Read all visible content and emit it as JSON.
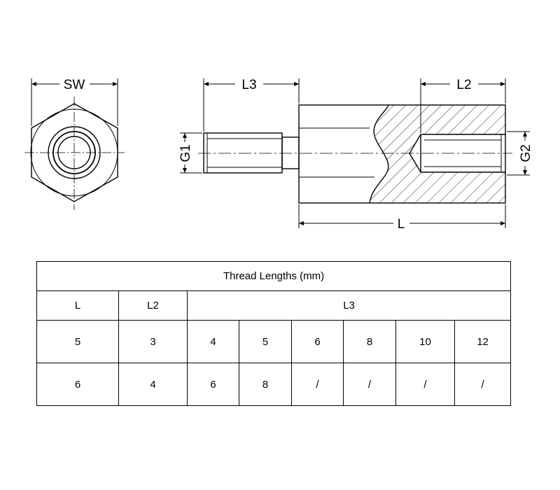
{
  "drawing": {
    "labels": {
      "sw": "SW",
      "l3": "L3",
      "l2": "L2",
      "l": "L",
      "g1": "G1",
      "g2": "G2"
    }
  },
  "table": {
    "title": "Thread Lengths (mm)",
    "headers": [
      "L",
      "L2",
      "L3"
    ],
    "rows": [
      [
        "5",
        "3",
        "4",
        "5",
        "6",
        "8",
        "10",
        "12"
      ],
      [
        "6",
        "4",
        "6",
        "8",
        "/",
        "/",
        "/",
        "/"
      ]
    ]
  }
}
